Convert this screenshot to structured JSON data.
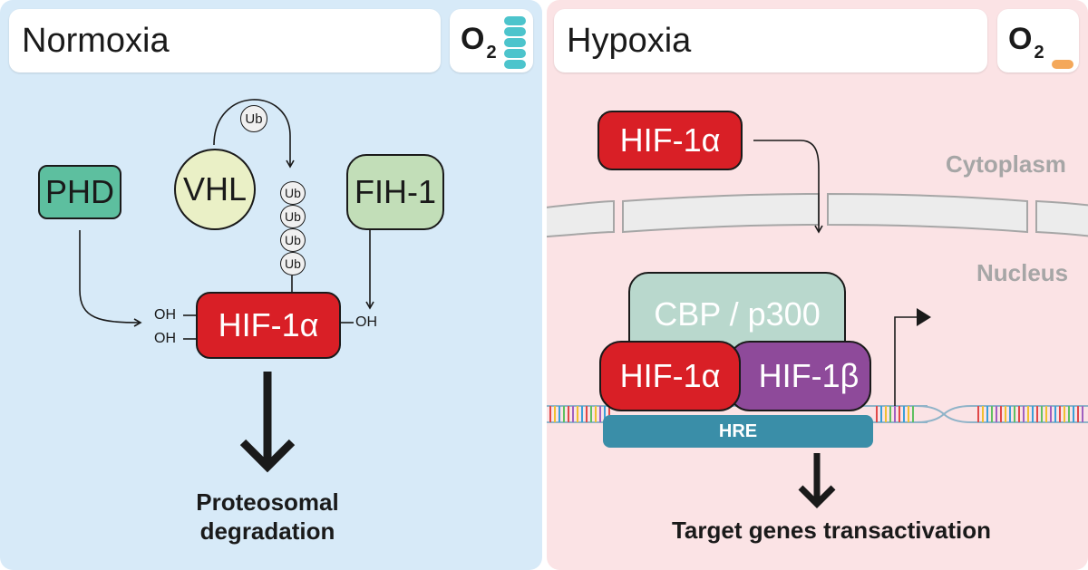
{
  "normoxia": {
    "title": "Normoxia",
    "o2_label": "O",
    "o2_subscript": "2",
    "o2_bar_color": "#4cc4cc",
    "phd": "PHD",
    "vhl": "VHL",
    "fih1": "FIH-1",
    "ub": "Ub",
    "ub_chain": [
      "Ub",
      "Ub",
      "Ub",
      "Ub"
    ],
    "hif1a": "HIF-1α",
    "oh_left_top": "OH",
    "oh_left_bottom": "OH",
    "oh_right": "OH",
    "outcome_line1": "Proteosomal",
    "outcome_line2": "degradation"
  },
  "hypoxia": {
    "title": "Hypoxia",
    "o2_label": "O",
    "o2_subscript": "2",
    "o2_bar_color": "#f4a85a",
    "hif1a_cyto": "HIF-1α",
    "cytoplasm": "Cytoplasm",
    "nucleus": "Nucleus",
    "cbp": "CBP / p300",
    "hif1a": "HIF-1α",
    "hif1b": "HIF-1β",
    "hre": "HRE",
    "outcome": "Target genes transactivation"
  },
  "colors": {
    "normoxia_bg": "#d7eaf8",
    "hypoxia_bg": "#fbe3e5",
    "phd": "#5dbf9f",
    "vhl": "#eaf0c6",
    "fih1": "#c2deb8",
    "hif1a": "#d91f26",
    "hif1b": "#8e4a9a",
    "cbp": "#b9d8cd",
    "hre": "#3a8ea8"
  }
}
